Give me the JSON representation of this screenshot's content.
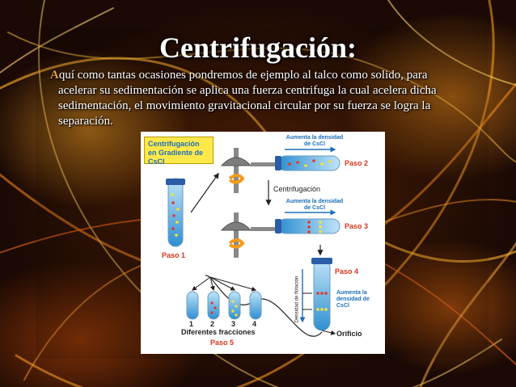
{
  "slide": {
    "title": "Centrifugación:",
    "body_first_letter": "A",
    "body_lines": [
      "quí como tantas ocasiones pondremos de ejemplo al talco como solido, para",
      "acelerar su sedimentación se aplica una fuerza centrifuga la cual acelera dicha",
      "sedimentación, el movimiento gravitacional circular por su fuerza se logra la",
      "separación."
    ]
  },
  "figure": {
    "box_label": "Centrifugación en Gradiente de CsCl",
    "density_label_top": "Aumenta la densidad de CsCl",
    "paso2": "Paso 2",
    "centrifugacion": "Centrifugación",
    "density_label_mid": "Aumenta la densidad de CsCl",
    "paso3": "Paso 3",
    "paso1": "Paso 1",
    "paso4": "Paso 4",
    "density_label_right": "Aumenta la densidad de CsCl",
    "densidad_flotacion": "Densidad de flotación",
    "orificio": "Orificio",
    "fraction_numbers": [
      "1",
      "2",
      "3",
      "4"
    ],
    "diferentes_fracciones": "Diferentes fracciones",
    "paso5": "Paso 5"
  },
  "colors": {
    "title": "#ffffff",
    "accent_orange": "#f0a040",
    "label_blue": "#1d6fb8",
    "step_red": "#d8341c",
    "tube_blue": "#2e8fd0",
    "box_yellow": "#ffe84a"
  }
}
